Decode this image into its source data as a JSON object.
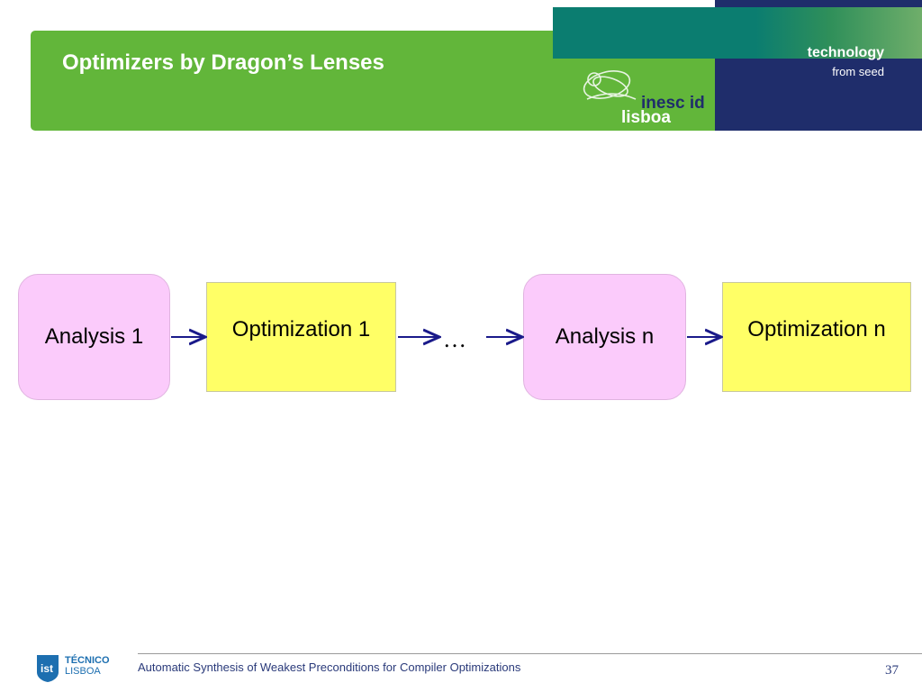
{
  "header": {
    "title": "Optimizers by Dragon’s Lenses",
    "tagline_main": "technology",
    "tagline_sub": "from seed",
    "logo_name": "inesc id lisboa",
    "logo_word_1": "inesc id",
    "logo_word_2": "lisboa"
  },
  "diagram": {
    "nodes": [
      {
        "label": "Analysis 1",
        "kind": "analysis"
      },
      {
        "label": "Optimization 1",
        "kind": "optimization"
      },
      {
        "label": "Analysis n",
        "kind": "analysis"
      },
      {
        "label": "Optimization n",
        "kind": "optimization"
      }
    ],
    "ellipsis": "…",
    "colors": {
      "analysis_fill": "#fbcbfb",
      "optimization_fill": "#ffff66",
      "arrow": "#1a1a8a"
    }
  },
  "footer": {
    "institution_line1": "TÉCNICO",
    "institution_line2": "LISBOA",
    "caption": "Automatic Synthesis of Weakest Preconditions for Compiler Optimizations",
    "page_number": "37"
  },
  "colors": {
    "header_green": "#62b63a",
    "header_teal": "#0b7d70",
    "header_navy": "#1f2d6b",
    "footer_text": "#2a3a7a"
  }
}
